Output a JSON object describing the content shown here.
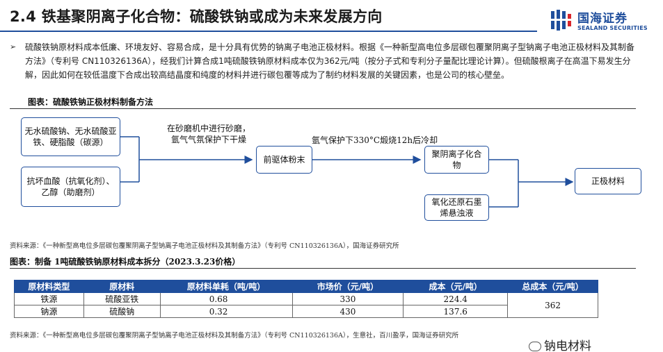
{
  "header": {
    "title": "2.4 铁基聚阴离子化合物：硫酸铁钠或成为未来发展方向",
    "logo_cn": "国海证券",
    "logo_en": "SEALAND SECURITIES",
    "brand_color": "#1f4e9c"
  },
  "body": {
    "bullet": "➢",
    "paragraph": "硫酸铁钠原材料成本低廉、环境友好、容易合成，是十分具有优势的钠离子电池正极材料。根据《一种新型高电位多层碳包覆聚阴离子型钠离子电池正极材料及其制备方法》（专利号 CN110326136A），经我们计算合成1吨硫酸铁钠原材料成本仅为362元/吨（按分子式和专利分子量配比理论计算）。但硫酸根离子在高温下易发生分解，因此如何在较低温度下合成出较高结晶度和纯度的材料并进行碳包覆等成为了制约材料发展的关键因素，也是公司的核心壁垒。"
  },
  "figure": {
    "caption": "图表：硫酸铁钠正极材料制备方法",
    "boxes": {
      "raw1": "无水硫酸钠、无水硫酸亚铁、硬脂酸（碳源）",
      "raw2": "抗坏血酸（抗氧化剂）、乙醇（助磨剂）",
      "precursor": "前驱体粉末",
      "compound": "聚阴离子化合物",
      "graphene": "氧化还原石墨烯悬浊液",
      "cathode": "正极材料"
    },
    "notes": {
      "step1": "在砂磨机中进行砂磨，氩气气氛保护下干燥",
      "step2": "氩气保护下330°C煅烧12h后冷却"
    },
    "source": "资料来源：《一种新型高电位多层碳包覆聚阴离子型钠离子电池正极材料及其制备方法》（专利号 CN110326136A），国海证券研究所"
  },
  "table": {
    "caption": "图表：制备 1吨硫酸铁钠原材料成本拆分（2023.3.23价格）",
    "headers": [
      "原材料类型",
      "原材料",
      "原材料单耗（吨/吨）",
      "市场价（元/吨）",
      "成本（元/吨）",
      "总成本（元/吨）"
    ],
    "rows": [
      [
        "铁源",
        "硫酸亚铁",
        "0.68",
        "330",
        "224.4"
      ],
      [
        "钠源",
        "硫酸钠",
        "0.32",
        "430",
        "137.6"
      ]
    ],
    "total": "362",
    "source": "资料来源：《一种新型高电位多层碳包覆聚阴离子型钠离子电池正极材料及其制备方法》（专利号 CN110326136A），生意社，百川盈孚，国海证券研究所"
  },
  "watermark": "钠电材料"
}
